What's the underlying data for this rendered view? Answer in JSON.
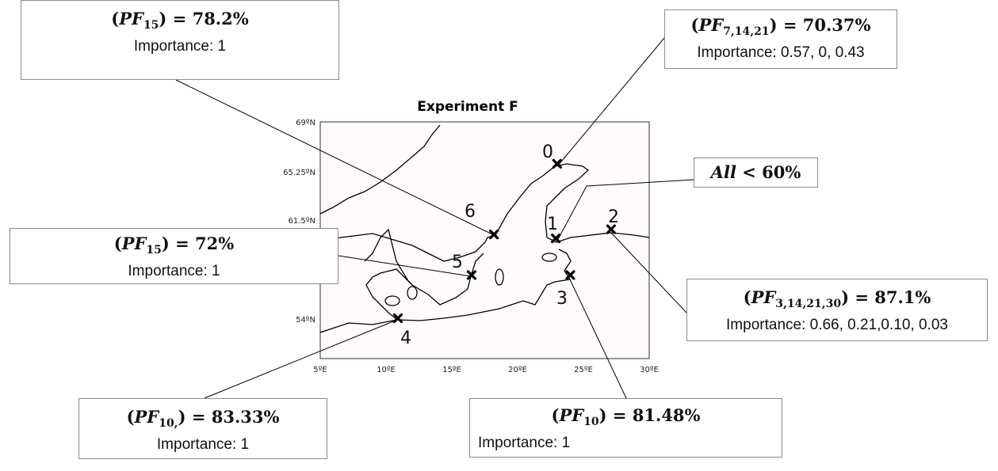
{
  "map": {
    "title": "Experiment F",
    "lat_ticks": [
      "69ºN",
      "65.25ºN",
      "61.5ºN",
      "54ºN"
    ],
    "lon_ticks": [
      "5ºE",
      "10ºE",
      "15ºE",
      "20ºE",
      "25ºE",
      "30ºE"
    ],
    "points": [
      {
        "id": "0",
        "lon": 23.0,
        "lat": 65.8
      },
      {
        "id": "1",
        "lon": 22.9,
        "lat": 60.1
      },
      {
        "id": "2",
        "lon": 27.1,
        "lat": 60.8
      },
      {
        "id": "3",
        "lon": 24.0,
        "lat": 57.3
      },
      {
        "id": "4",
        "lon": 10.9,
        "lat": 54.0
      },
      {
        "id": "5",
        "lon": 16.5,
        "lat": 57.3
      },
      {
        "id": "6",
        "lon": 18.2,
        "lat": 60.4
      }
    ]
  },
  "annotations": {
    "p6": {
      "pf": "PF",
      "sub": "15",
      "value": "= 78.2%",
      "importance": "Importance: 1"
    },
    "p0": {
      "pf": "PF",
      "sub": "7,14,21",
      "value": "= 70.37%",
      "importance": "Importance: 0.57, 0, 0.43"
    },
    "p1": {
      "text": "All",
      "value": "< 60%"
    },
    "p5": {
      "pf": "PF",
      "sub": "15",
      "value": "= 72%",
      "importance": "Importance: 1"
    },
    "p2": {
      "pf": "PF",
      "sub": "3,14,21,30",
      "value": "= 87.1%",
      "importance": "Importance: 0.66, 0.21,0.10, 0.03"
    },
    "p4": {
      "pf": "PF",
      "sub": "10,",
      "value": "= 83.33%",
      "importance": "Importance: 1"
    },
    "p3": {
      "pf": "PF",
      "sub": "10",
      "value": "= 81.48%",
      "importance": "Importance: 1"
    }
  }
}
